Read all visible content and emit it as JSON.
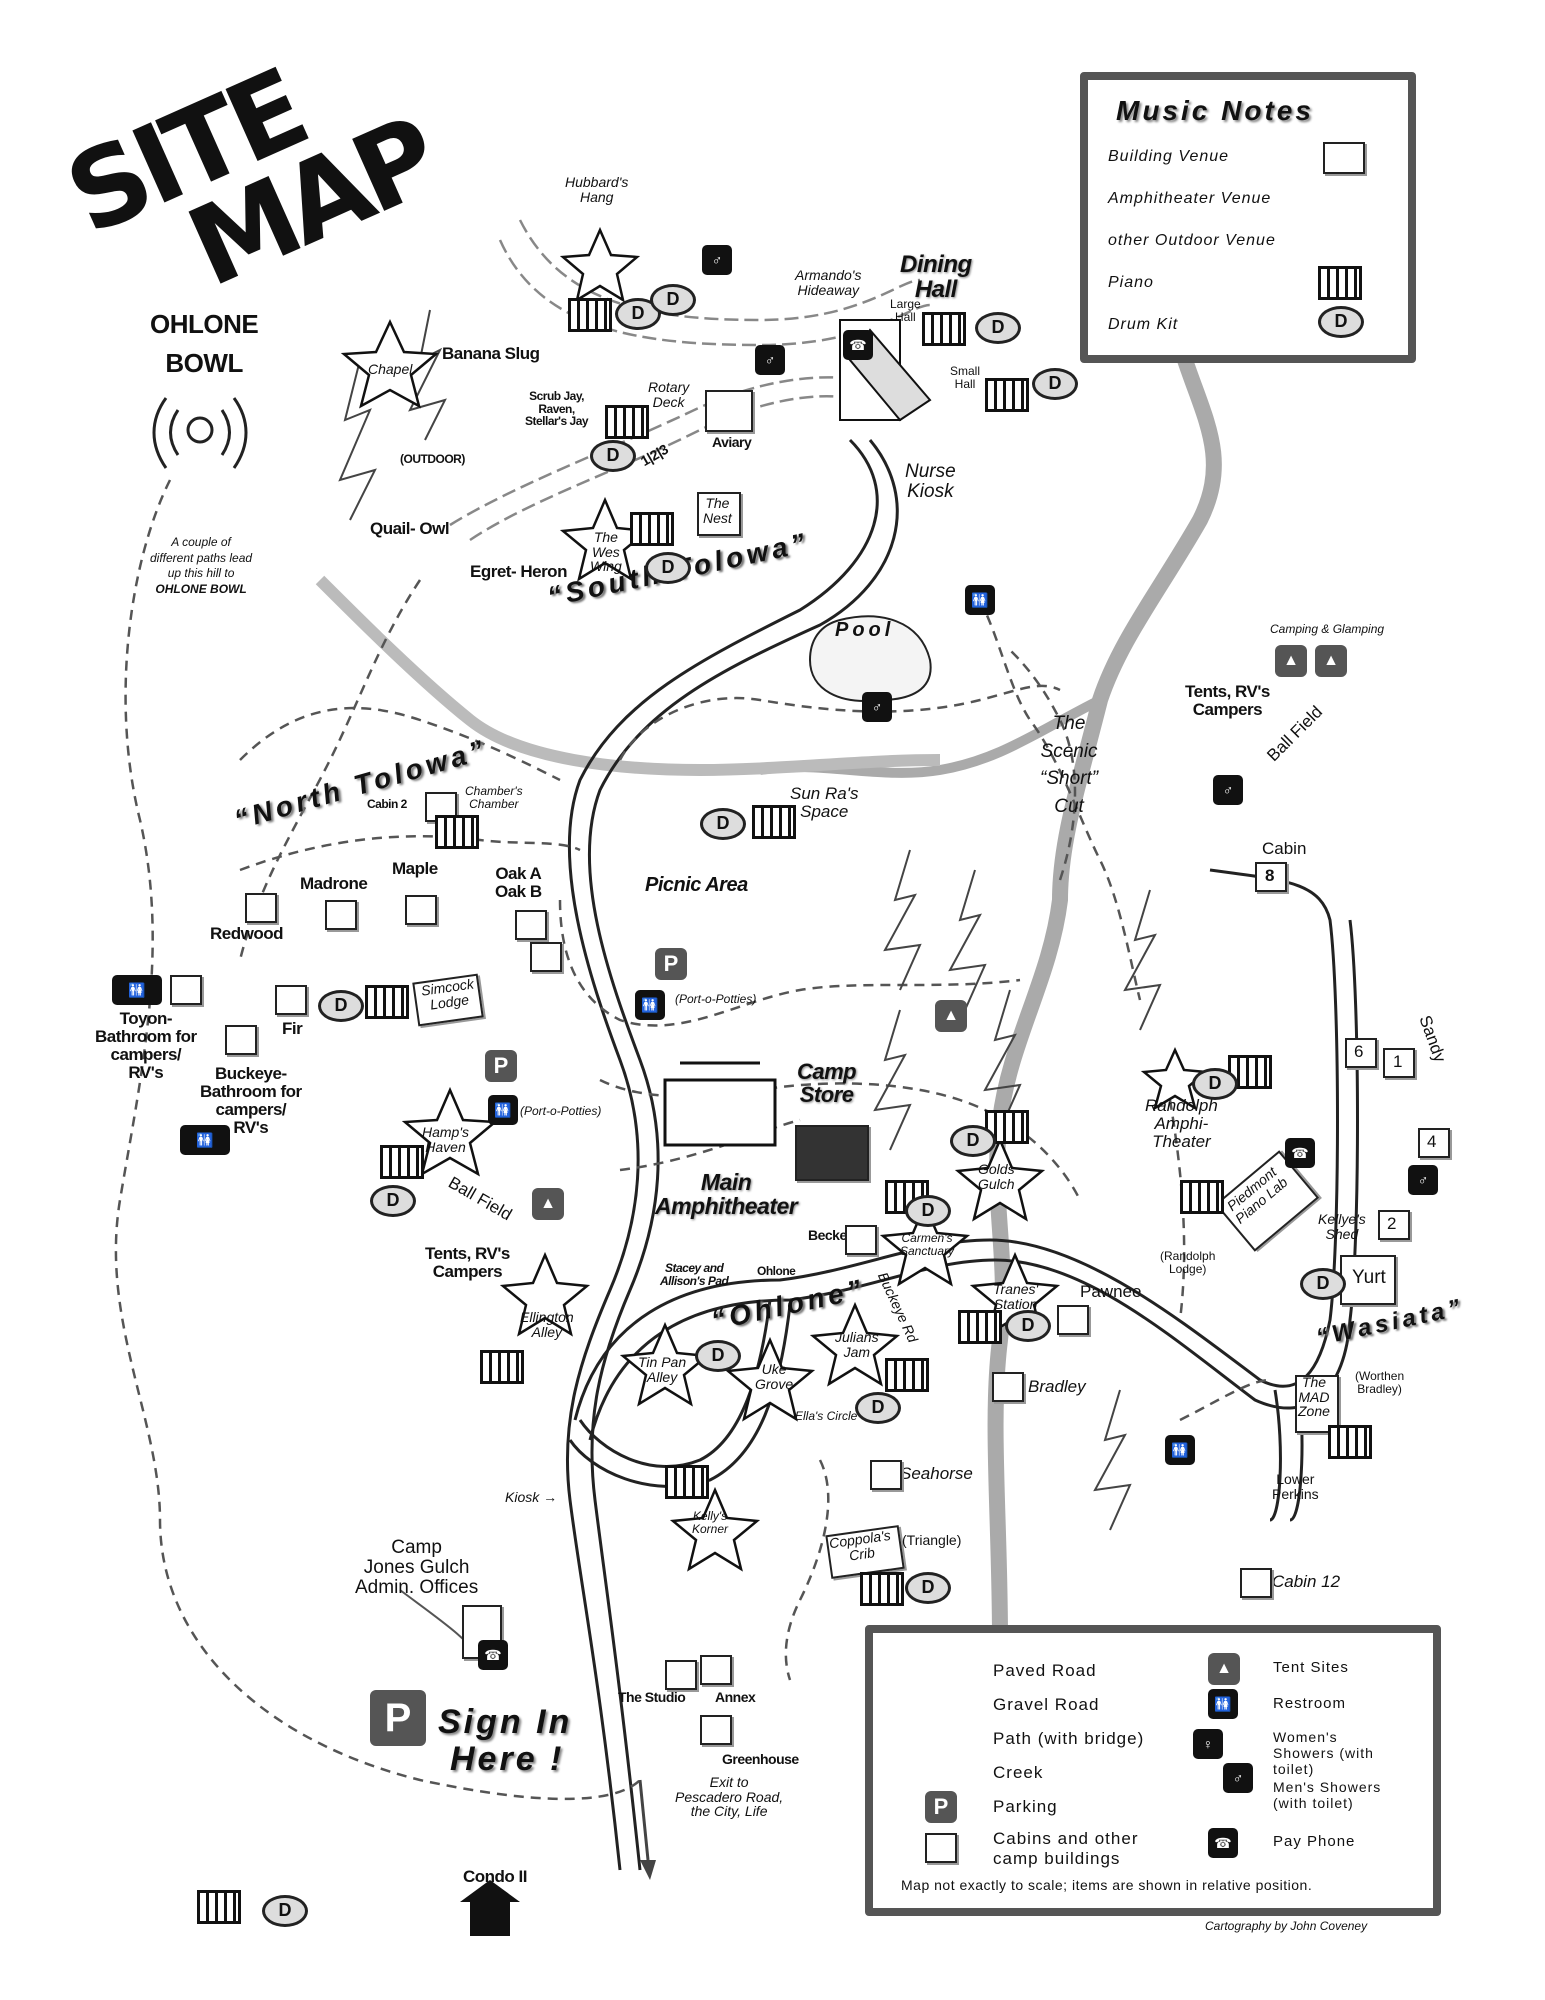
{
  "title": {
    "line1": "SITE",
    "line2": "MAP"
  },
  "music_notes": {
    "heading": "Music  Notes",
    "items": [
      "Building Venue",
      "Amphitheater Venue",
      "other Outdoor Venue",
      "Piano",
      "Drum Kit"
    ]
  },
  "legend": {
    "left": [
      "Paved Road",
      "Gravel Road",
      "Path (with bridge)",
      "Creek",
      "Parking",
      "Cabins and other camp buildings"
    ],
    "right": [
      "Tent Sites",
      "Restroom",
      "Women's Showers (with  toilet)",
      "Men's Showers (with  toilet)",
      "Pay Phone"
    ],
    "note": "Map not exactly to scale; items are shown in relative position.",
    "parking_symbol": "P"
  },
  "credit": "Cartography by John Coveney",
  "areas": {
    "south_tolowa": "“South  Tolowa”",
    "north_tolowa": "“North  Tolowa”",
    "ohlone": "“Ohlone”",
    "wasiata": "“Wasiata”"
  },
  "labels": {
    "ohlone_bowl_1": "OHLONE",
    "ohlone_bowl_2": "BOWL",
    "path_note_1": "A couple of",
    "path_note_2": "different paths lead",
    "path_note_3": "up this hill to",
    "path_note_4": "OHLONE BOWL",
    "hubbards_1": "Hubbard's",
    "hubbards_2": "Hang",
    "banana_slug": "Banana Slug",
    "chapel": "Chapel",
    "outdoor": "(OUTDOOR)",
    "scrub_1": "Scrub Jay,",
    "scrub_2": "Raven,",
    "scrub_3": "Stellar's Jay",
    "rotary_1": "Rotary",
    "rotary_2": "Deck",
    "aviary": "Aviary",
    "armando_1": "Armando's",
    "armando_2": "Hideaway",
    "dining_1": "Dining",
    "dining_2": "Hall",
    "large_hall_1": "Large",
    "large_hall_2": "Hall",
    "small_hall_1": "Small",
    "small_hall_2": "Hall",
    "nurse_1": "Nurse",
    "nurse_2": "Kiosk",
    "quail_owl": "Quail- Owl",
    "egret_heron": "Egret- Heron",
    "wes_wing_1": "The",
    "wes_wing_2": "Wes",
    "wes_wing_3": "Wing",
    "nest_1": "The",
    "nest_2": "Nest",
    "pool": "Pool",
    "camping": "Camping & Glamping",
    "tents_rv_1": "Tents, RV's",
    "tents_rv_2": "Campers",
    "ball_field_e": "Ball Field",
    "scenic_1": "The",
    "scenic_2": "Scenic",
    "scenic_3": "“Short”",
    "scenic_4": "Cut",
    "cabin8": "Cabin",
    "cabin8_num": "8",
    "cabin2": "Cabin 2",
    "chambers_1": "Chamber's",
    "chambers_2": "Chamber",
    "sun_ra_1": "Sun Ra's",
    "sun_ra_2": "Space",
    "picnic": "Picnic Area",
    "madrone": "Madrone",
    "maple": "Maple",
    "oak_a": "Oak A",
    "oak_b": "Oak B",
    "redwood": "Redwood",
    "toyon_1": "Toyon-",
    "toyon_2": "Bathroom for",
    "toyon_3": "campers/",
    "toyon_4": "RV's",
    "fir": "Fir",
    "simcock_1": "Simcock",
    "simcock_2": "Lodge",
    "porto_1": "(Port-o-Potties)",
    "porto_2": "(Port-o-Potties)",
    "buckeye_1": "Buckeye-",
    "buckeye_2": "Bathroom for",
    "buckeye_3": "campers/",
    "buckeye_4": "RV's",
    "hamps_1": "Hamp's",
    "hamps_2": "Haven",
    "ball_field_w": "Ball Field",
    "tents_w_1": "Tents, RV's",
    "tents_w_2": "Campers",
    "camp_store_1": "Camp",
    "camp_store_2": "Store",
    "main_amph_1": "Main",
    "main_amph_2": "Amphitheater",
    "becker": "Becker",
    "stacey_1": "Stacey and",
    "stacey_2": "Allison's Pad",
    "ohlone_small": "Ohlone",
    "buckeye_rd": "Buckeye Rd",
    "golds_1": "Golds",
    "golds_2": "Gulch",
    "carmens_1": "Carmen's",
    "carmens_2": "Sanctuary",
    "tranes_1": "Tranes'",
    "tranes_2": "Station",
    "pawnee": "Pawnee",
    "randolph_1": "Randolph",
    "randolph_2": "Amphi-",
    "randolph_3": "Theater",
    "randolph_lodge_1": "(Randolph",
    "randolph_lodge_2": "Lodge)",
    "piedmont_1": "Piedmont",
    "piedmont_2": "Piano Lab",
    "kellyes_1": "Kellye's",
    "kellyes_2": "Shed",
    "yurt": "Yurt",
    "sandy": "Sandy",
    "n6": "6",
    "n1": "1",
    "n4": "4",
    "n2": "2",
    "ellington_1": "Ellington",
    "ellington_2": "Alley",
    "tin_pan_1": "Tin Pan",
    "tin_pan_2": "Alley",
    "uke_1": "Uke",
    "uke_2": "Grove",
    "julians_1": "Julians",
    "julians_2": "Jam",
    "ellas": "Ella's Circle",
    "bradley": "Bradley",
    "mad_1": "The",
    "mad_2": "MAD",
    "mad_3": "Zone",
    "worthen_1": "(Worthen",
    "worthen_2": "Bradley)",
    "lower_perkins_1": "Lower",
    "lower_perkins_2": "Perkins",
    "seahorse": "Seahorse",
    "kiosk": "Kiosk →",
    "kellys_1": "Kelly's",
    "kellys_2": "Korner",
    "coppolas_1": "Coppola's",
    "coppolas_2": "Crib",
    "triangle": "(Triangle)",
    "cabin12": "Cabin 12",
    "admin_1": "Camp",
    "admin_2": "Jones Gulch",
    "admin_3": "Admin. Offices",
    "sign_in_1": "Sign In",
    "sign_in_2": "Here !",
    "studio": "The Studio",
    "annex": "Annex",
    "greenhouse": "Greenhouse",
    "exit_1": "Exit to",
    "exit_2": "Pescadero Road,",
    "exit_3": "the City, Life",
    "condo": "Condo II",
    "rotary_nums": "1|2|3"
  }
}
